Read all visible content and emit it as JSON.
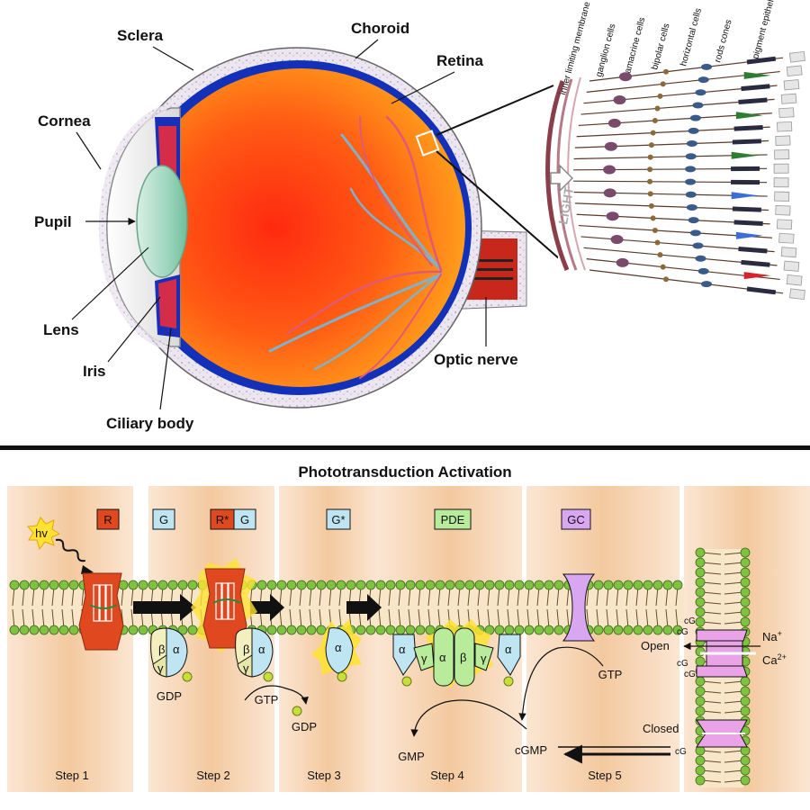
{
  "eye": {
    "labels": {
      "sclera": "Sclera",
      "choroid": "Choroid",
      "retina": "Retina",
      "cornea": "Cornea",
      "pupil": "Pupil",
      "lens": "Lens",
      "iris": "Iris",
      "ciliary_body": "Ciliary body",
      "optic_nerve": "Optic nerve"
    },
    "retina_layers": [
      "inner limiting membrane",
      "ganglion cells",
      "amacrine cells",
      "bipolar cells",
      "horizontal cells",
      "rods cones",
      "pigment epithelium"
    ],
    "light_label": "LIGHT"
  },
  "photo": {
    "title": "Phototransduction Activation",
    "boxes": {
      "r": "R",
      "g": "G",
      "rstar": "R*",
      "g2": "G",
      "gstar": "G*",
      "pde": "PDE",
      "gc": "GC"
    },
    "hv": "hv",
    "steps": [
      "Step 1",
      "Step 2",
      "Step 3",
      "Step 4",
      "Step 5"
    ],
    "molecules": {
      "gdp1": "GDP",
      "gtp1": "GTP",
      "gdp2": "GDP",
      "gmp": "GMP",
      "cgmp": "cGMP",
      "gtp2": "GTP",
      "open": "Open",
      "closed": "Closed",
      "na": "Na",
      "na_sup": "+",
      "ca": "Ca",
      "ca_sup": "2+",
      "cg": "cG"
    },
    "subunits": {
      "alpha": "α",
      "beta": "β",
      "gamma": "γ"
    },
    "colors": {
      "rhodopsin": "#e0491f",
      "transducin_alpha": "#bfe4f2",
      "transducin_beta": "#f3efbf",
      "pde": "#b8ec9a",
      "gc": "#d9a6f2",
      "channel": "#e9a3e6",
      "lipid_head": "#7fc241",
      "band": "#f6d3b2"
    }
  }
}
